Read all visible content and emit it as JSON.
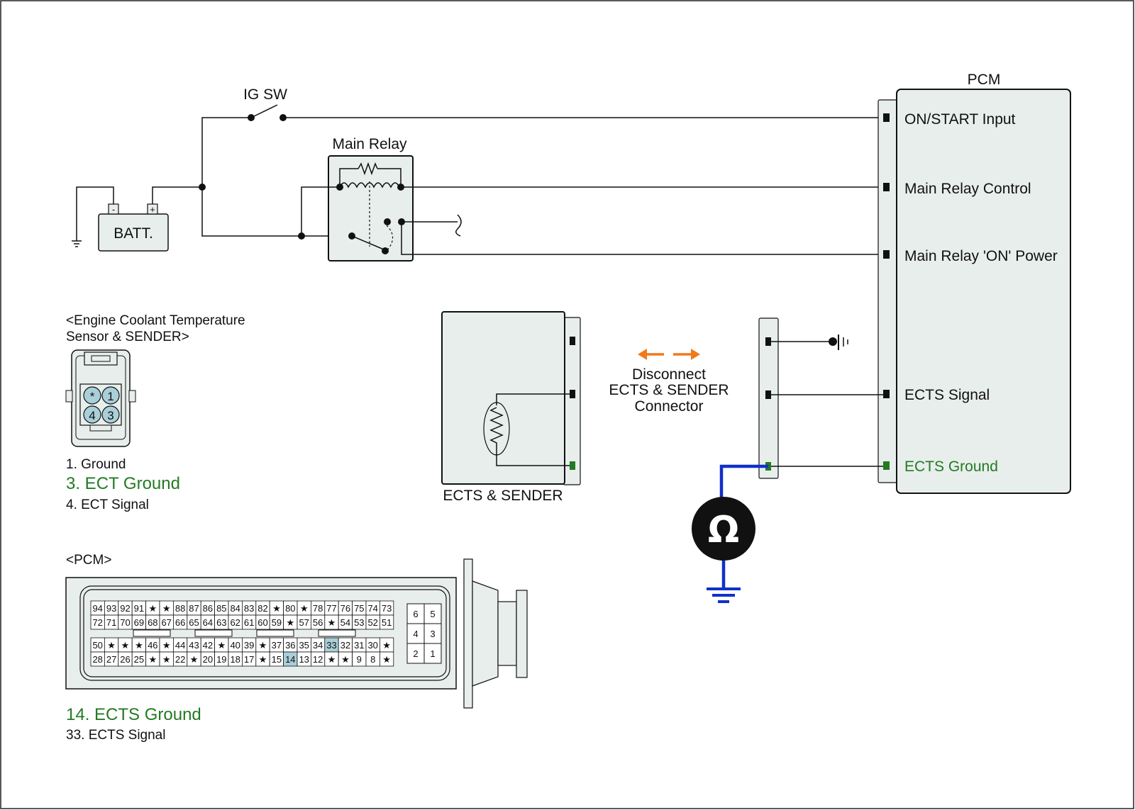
{
  "colors": {
    "module_fill": "#e8eeec",
    "accent_green": "#237a23",
    "meter_wire": "#1030c8",
    "arrow_orange": "#f07a1a",
    "pin_highlight": "#a9cfd9"
  },
  "top": {
    "ig_sw": "IG SW",
    "main_relay": "Main Relay",
    "batt": "BATT.",
    "batt_neg": "-",
    "batt_pos": "+",
    "pcm_title": "PCM",
    "pcm_pins": {
      "on_start": "ON/START Input",
      "main_relay_control": "Main Relay Control",
      "main_relay_on_power": "Main Relay 'ON' Power",
      "ects_signal": "ECTS Signal",
      "ects_ground": "ECTS Ground"
    }
  },
  "ects": {
    "label": "ECTS & SENDER",
    "instruction": [
      "Disconnect",
      "ECTS & SENDER",
      "Connector"
    ],
    "meter_symbol": "Ω"
  },
  "sensor_connector": {
    "title_line1": "<Engine Coolant Temperature",
    "title_line2": "Sensor & SENDER>",
    "pins": {
      "p1": "1",
      "p2": "*",
      "p3": "3",
      "p4": "4"
    },
    "legend": [
      "1. Ground",
      "3. ECT Ground",
      "4. ECT Signal"
    ]
  },
  "pcm_connector": {
    "title": "<PCM>",
    "row1": [
      "94",
      "93",
      "92",
      "91",
      "★",
      "★",
      "88",
      "87",
      "86",
      "85",
      "84",
      "83",
      "82",
      "★",
      "80",
      "★",
      "78",
      "77",
      "76",
      "75",
      "74",
      "73"
    ],
    "row2": [
      "72",
      "71",
      "70",
      "69",
      "68",
      "67",
      "66",
      "65",
      "64",
      "63",
      "62",
      "61",
      "60",
      "59",
      "★",
      "57",
      "56",
      "★",
      "54",
      "53",
      "52",
      "51"
    ],
    "row3": [
      "50",
      "★",
      "★",
      "★",
      "46",
      "★",
      "44",
      "43",
      "42",
      "★",
      "40",
      "39",
      "★",
      "37",
      "36",
      "35",
      "34",
      "33",
      "32",
      "31",
      "30",
      "★"
    ],
    "row4": [
      "28",
      "27",
      "26",
      "25",
      "★",
      "★",
      "22",
      "★",
      "20",
      "19",
      "18",
      "17",
      "★",
      "15",
      "14",
      "13",
      "12",
      "★",
      "★",
      "9",
      "8",
      "★"
    ],
    "small_block": [
      [
        "6",
        "5"
      ],
      [
        "4",
        "3"
      ],
      [
        "2",
        "1"
      ]
    ],
    "legend": [
      "14. ECTS Ground",
      "33. ECTS Signal"
    ]
  }
}
